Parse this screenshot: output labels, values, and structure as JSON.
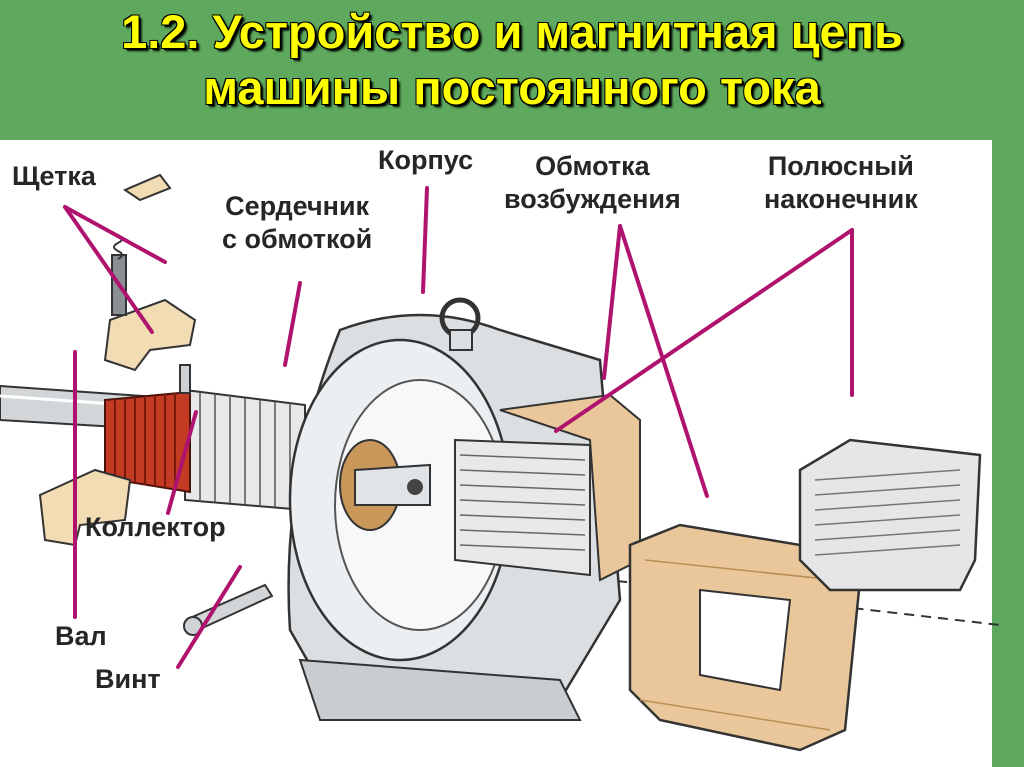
{
  "slide": {
    "title_line1": "1.2. Устройство и магнитная цепь",
    "title_line2": "машины постоянного тока"
  },
  "labels": {
    "brush": "Щетка",
    "core_line1": "Сердечник",
    "core_line2": "с обмоткой",
    "housing": "Корпус",
    "field_line1": "Обмотка",
    "field_line2": "возбуждения",
    "pole_line1": "Полюсный",
    "pole_line2": "наконечник",
    "commutator": "Коллектор",
    "shaft": "Вал",
    "screw": "Винт"
  },
  "colors": {
    "background": "#5ea95e",
    "title": "#ffff00",
    "leader_line": "#b0136e",
    "copper": "#c23b22",
    "coil": "#e9c79a",
    "metal": "#d9dde0"
  }
}
